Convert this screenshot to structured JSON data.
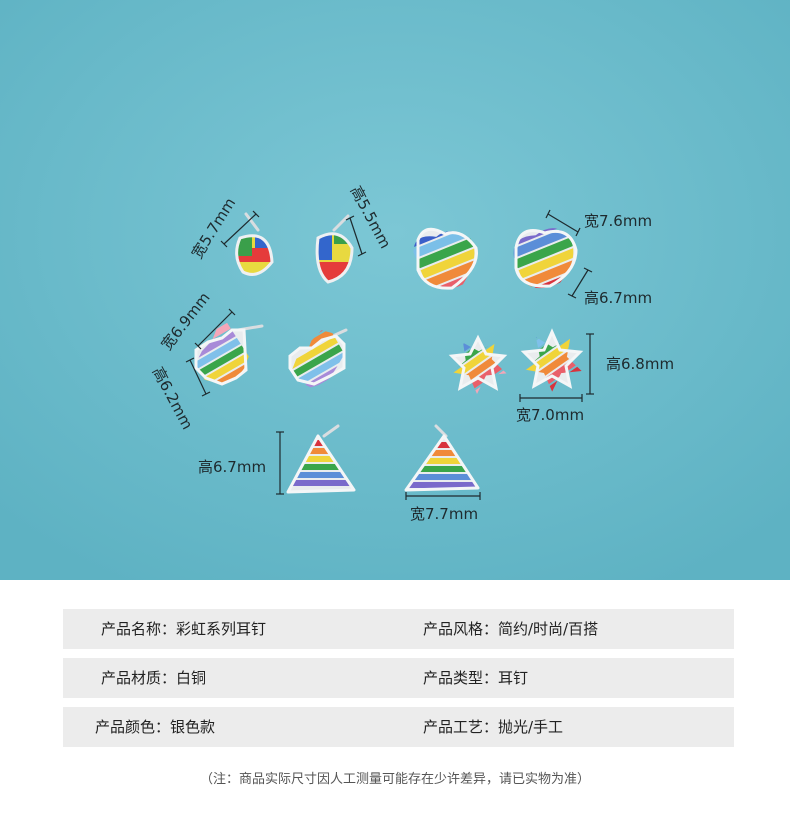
{
  "photo": {
    "background": "#6fbdcc",
    "dims": {
      "tri_heart_width": "宽5.7mm",
      "tri_heart_height": "高5.5mm",
      "heart_width": "宽7.6mm",
      "heart_height": "高6.7mm",
      "pixel_heart_width": "宽6.9mm",
      "pixel_heart_height": "高6.2mm",
      "star_height": "高6.8mm",
      "star_width": "宽7.0mm",
      "triangle_height": "高6.7mm",
      "triangle_width": "宽7.7mm"
    }
  },
  "specs": {
    "rows": [
      {
        "left": "产品名称：彩虹系列耳钉",
        "right": "产品风格：简约/时尚/百搭"
      },
      {
        "left": "产品材质：白铜",
        "right": "产品类型：耳钉"
      },
      {
        "left": "产品颜色：银色款",
        "right": "产品工艺：抛光/手工"
      }
    ]
  },
  "note": "（注：商品实际尺寸因人工测量可能存在少许差异，请已实物为准）"
}
